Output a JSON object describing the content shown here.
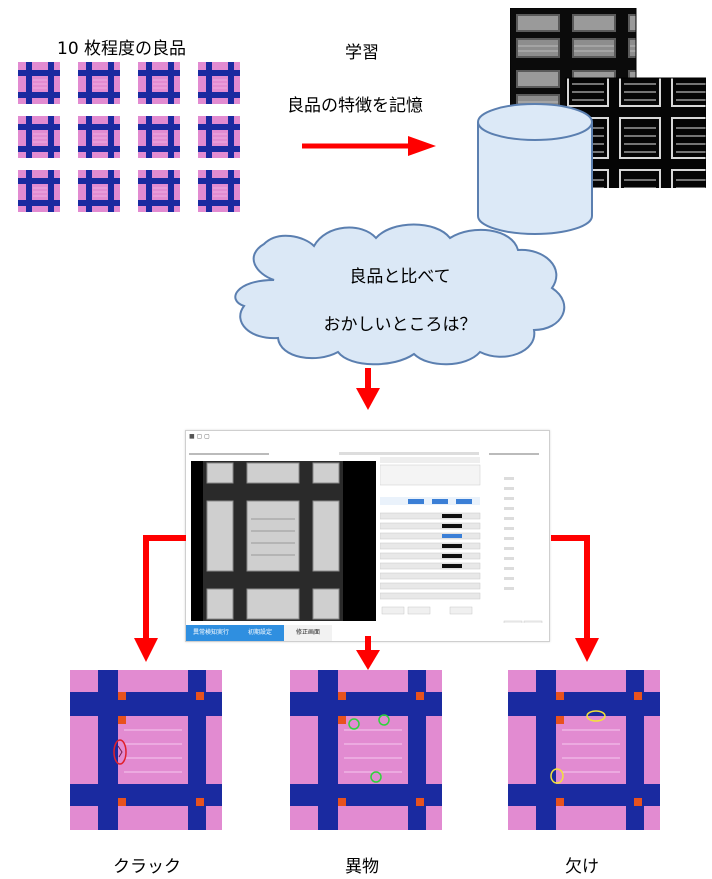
{
  "top": {
    "samples_label": "10 枚程度の良品",
    "learning_label": "学習",
    "memorize_label": "良品の特徴を記憶"
  },
  "cloud": {
    "line1": "良品と比べて",
    "line2": "おかしいところは？"
  },
  "software": {
    "tabs": [
      "異常検知実行",
      "初期設定",
      "修正画面"
    ]
  },
  "defects": {
    "crack_label": "クラック",
    "foreign_label": "異物",
    "chip_label": "欠け"
  },
  "colors": {
    "arrow": "#ff0000",
    "cloud_fill": "#dbe8f6",
    "cloud_stroke": "#5b7fb0",
    "db_fill": "#dce9f7",
    "db_stroke": "#5b7fb0",
    "chip_blue": "#1a2aa0",
    "chip_pink": "#e28bd1",
    "tab_blue": "#2f8fe0",
    "defect_circle_red": "#e0202a",
    "defect_circle_green": "#2fd43c",
    "defect_circle_yellow": "#f2e23a"
  }
}
